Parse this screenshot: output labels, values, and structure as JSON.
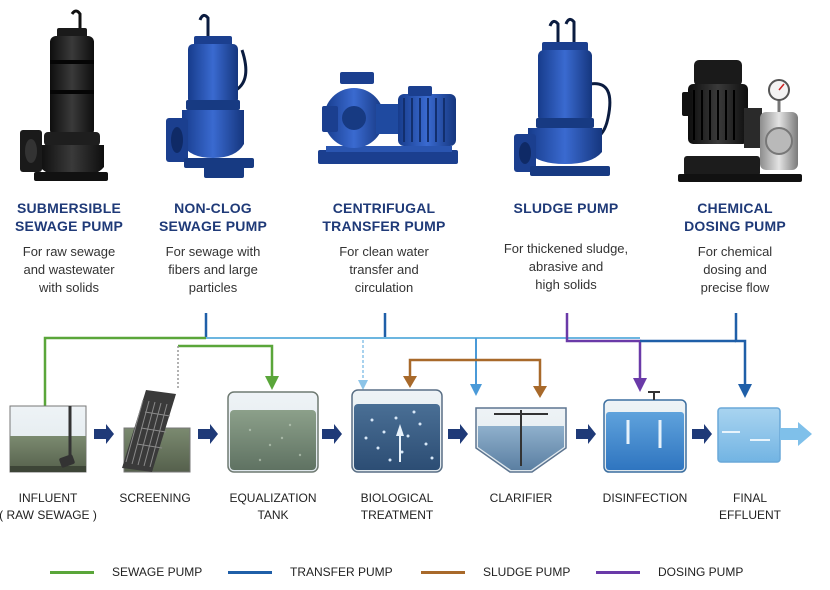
{
  "pumps": [
    {
      "title_1": "SUBMERSIBLE",
      "title_2": "SEWAGE PUMP",
      "desc_1": "For raw sewage",
      "desc_2": "and wastewater",
      "desc_3": "with solids",
      "color": "#1b1b1b"
    },
    {
      "title_1": "NON-CLOG",
      "title_2": "SEWAGE PUMP",
      "desc_1": "For sewage with",
      "desc_2": "fibers and large",
      "desc_3": "particles",
      "color": "#1f4fa8"
    },
    {
      "title_1": "CENTRIFUGAL",
      "title_2": "TRANSFER PUMP",
      "desc_1": "For clean water",
      "desc_2": "transfer and",
      "desc_3": "circulation",
      "color": "#1f4fa8"
    },
    {
      "title_1": "SLUDGE PUMP",
      "title_2": "",
      "desc_1": "For thickened sludge,",
      "desc_2": "abrasive and",
      "desc_3": "high solids",
      "color": "#1f4fa8"
    },
    {
      "title_1": "CHEMICAL",
      "title_2": "DOSING PUMP",
      "desc_1": "For chemical",
      "desc_2": "dosing and",
      "desc_3": "precise flow",
      "color": "#222222"
    }
  ],
  "stages": [
    {
      "line_1": "INFLUENT",
      "line_2": "( RAW SEWAGE )"
    },
    {
      "line_1": "SCREENING",
      "line_2": ""
    },
    {
      "line_1": "EQUALIZATION",
      "line_2": "TANK"
    },
    {
      "line_1": "BIOLOGICAL",
      "line_2": "TREATMENT"
    },
    {
      "line_1": "CLARIFIER",
      "line_2": ""
    },
    {
      "line_1": "DISINFECTION",
      "line_2": ""
    },
    {
      "line_1": "FINAL",
      "line_2": "EFFLUENT"
    }
  ],
  "legend": [
    {
      "label": "SEWAGE PUMP",
      "color": "#5aa63a"
    },
    {
      "label": "TRANSFER PUMP",
      "color": "#1f5fa8"
    },
    {
      "label": "SLUDGE PUMP",
      "color": "#a8692a"
    },
    {
      "label": "DOSING PUMP",
      "color": "#6a3aa8"
    }
  ],
  "colors": {
    "title": "#1f3a78",
    "sewage": "#5aa63a",
    "transfer": "#1f5fa8",
    "transfer_light": "#6cb6e0",
    "sludge": "#a8692a",
    "dosing": "#6a3aa8",
    "flow_arrow": "#1f3a78"
  }
}
